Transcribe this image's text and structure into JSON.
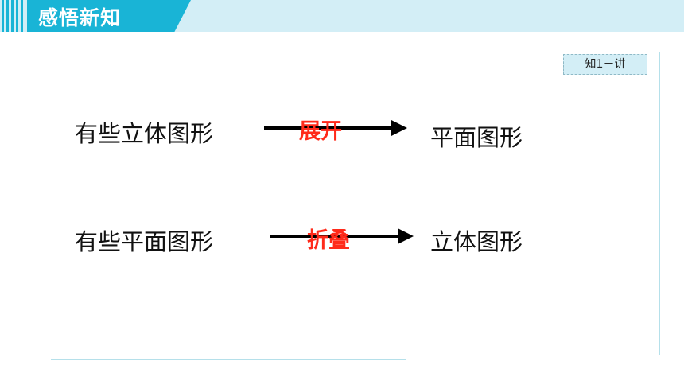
{
  "header": {
    "title": "感悟新知"
  },
  "badge": {
    "label": "知1－讲"
  },
  "rows": [
    {
      "left": "有些立体图形",
      "action": "展开",
      "right": "平面图形"
    },
    {
      "left": "有些平面图形",
      "action": "折叠",
      "right": "立体图形"
    }
  ],
  "colors": {
    "accent": "#19b4d6",
    "header_bg": "#d3eef6",
    "action": "#ff2a1a",
    "arrow": "#000000"
  }
}
